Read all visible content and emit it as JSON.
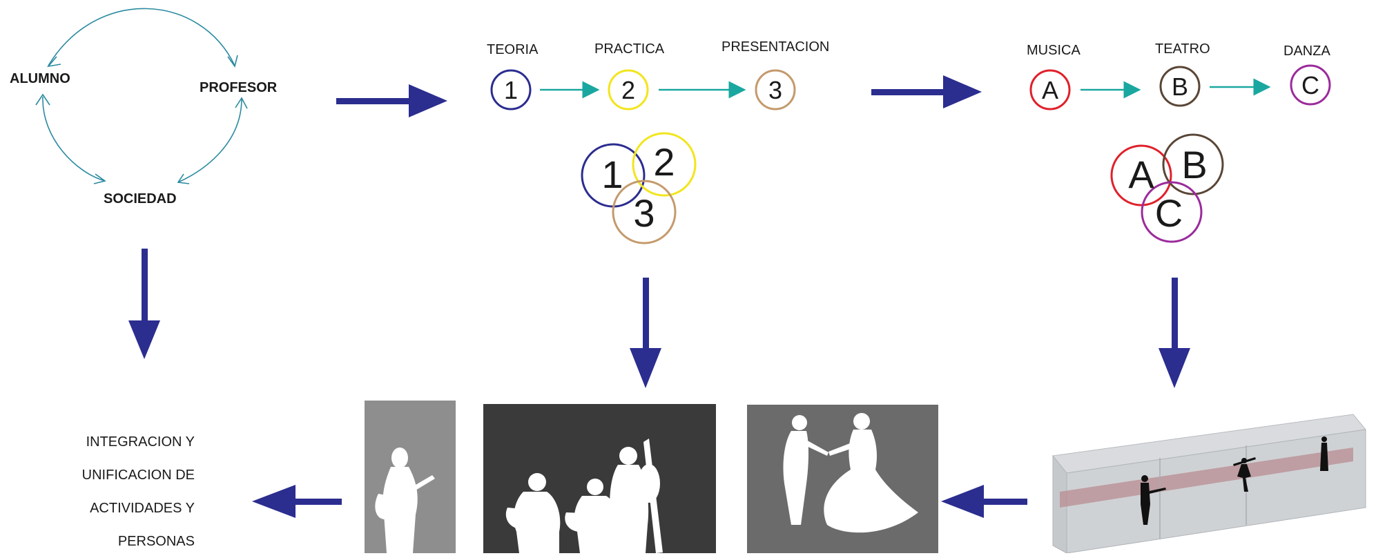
{
  "cycle": {
    "nodes": {
      "student": "ALUMNO",
      "teacher": "PROFESOR",
      "society": "SOCIEDAD"
    }
  },
  "process": {
    "steps": [
      {
        "label": "TEORIA",
        "num": "1",
        "color": "#2b2d8f"
      },
      {
        "label": "PRACTICA",
        "num": "2",
        "color": "#f2e51d"
      },
      {
        "label": "PRESENTACION",
        "num": "3",
        "color": "#c49a6c"
      }
    ]
  },
  "arts": {
    "steps": [
      {
        "label": "MUSICA",
        "letter": "A",
        "color": "#e0202a"
      },
      {
        "label": "TEATRO",
        "letter": "B",
        "color": "#5a4636"
      },
      {
        "label": "DANZA",
        "letter": "C",
        "color": "#9b2a9b"
      }
    ]
  },
  "result": {
    "lines": [
      "INTEGRACION Y",
      "UNIFICACION DE",
      "ACTIVIDADES Y",
      "PERSONAS"
    ]
  },
  "colors": {
    "arrow": "#2b2d8f",
    "teal": "#1aa7a0",
    "cycle": "#2a8aa0"
  },
  "images": [
    {
      "name": "guitarist-photo",
      "icon": "guitarist-silhouette-icon"
    },
    {
      "name": "musicians-photo",
      "icon": "musicians-silhouette-icon"
    },
    {
      "name": "dancers-photo",
      "icon": "dancers-silhouette-icon"
    },
    {
      "name": "stage-model",
      "icon": "stage-3d-model-icon"
    }
  ]
}
